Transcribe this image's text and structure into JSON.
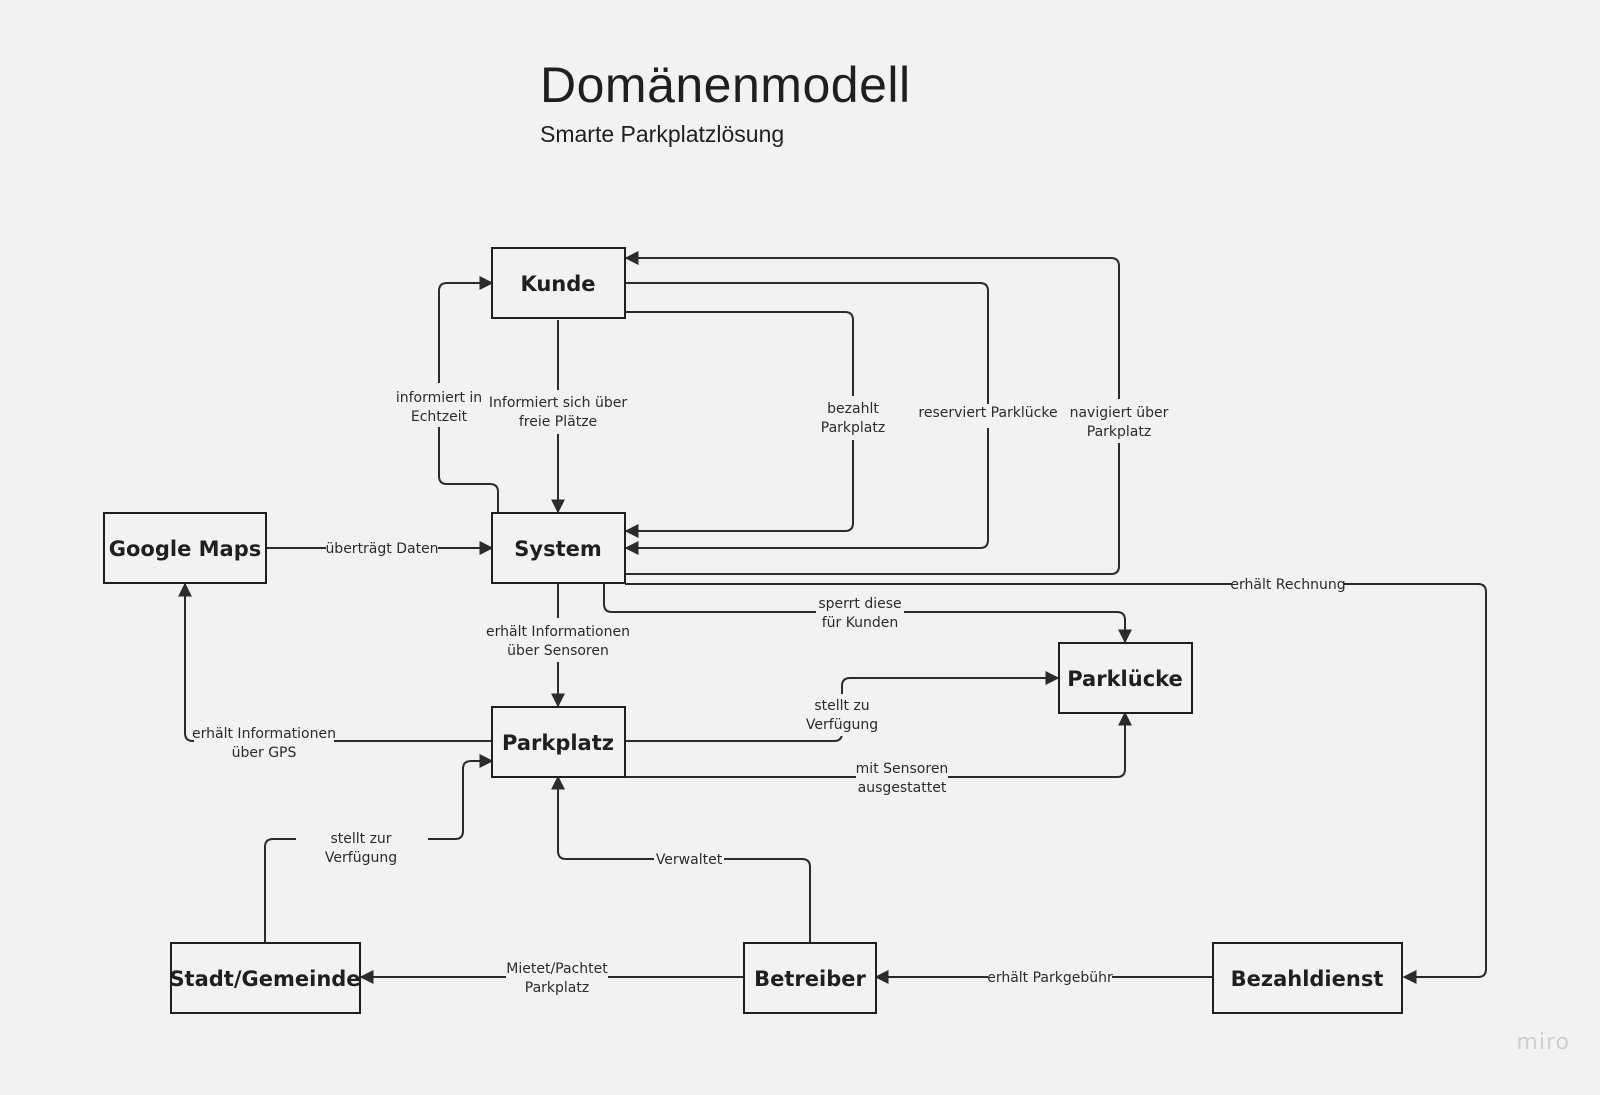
{
  "title": "Domänenmodell",
  "subtitle": "Smarte Parkplatzlösung",
  "watermark": "miro",
  "nodes": {
    "kunde": "Kunde",
    "system": "System",
    "google_maps": "Google Maps",
    "parkplatz": "Parkplatz",
    "parkluecke": "Parklücke",
    "stadt_gemeinde": "Stadt/Gemeinde",
    "betreiber": "Betreiber",
    "bezahldienst": "Bezahldienst"
  },
  "edges": {
    "informiert_echtzeit": [
      "informiert in",
      "Echtzeit"
    ],
    "informiert_sich": [
      "Informiert sich über",
      "freie Plätze"
    ],
    "bezahlt": [
      "bezahlt",
      "Parkplatz"
    ],
    "reserviert": [
      "reserviert Parklücke"
    ],
    "navigiert": [
      "navigiert über",
      "Parkplatz"
    ],
    "uebertraegt": [
      "überträgt Daten"
    ],
    "erhaelt_rechnung": [
      "erhält Rechnung"
    ],
    "sperrt": [
      "sperrt diese",
      "für Kunden"
    ],
    "erhaelt_sensoren": [
      "erhält Informationen",
      "über Sensoren"
    ],
    "stellt_zu": [
      "stellt zu",
      "Verfügung"
    ],
    "erhaelt_gps": [
      "erhält Informationen",
      "über GPS"
    ],
    "sensoren_ausgestattet": [
      "mit Sensoren",
      "ausgestattet"
    ],
    "stellt_zur": [
      "stellt zur",
      "Verfügung"
    ],
    "verwaltet": [
      "Verwaltet"
    ],
    "mietet": [
      "Mietet/Pachtet",
      "Parkplatz"
    ],
    "parkgebuehr": [
      "erhält Parkgebühr"
    ]
  }
}
